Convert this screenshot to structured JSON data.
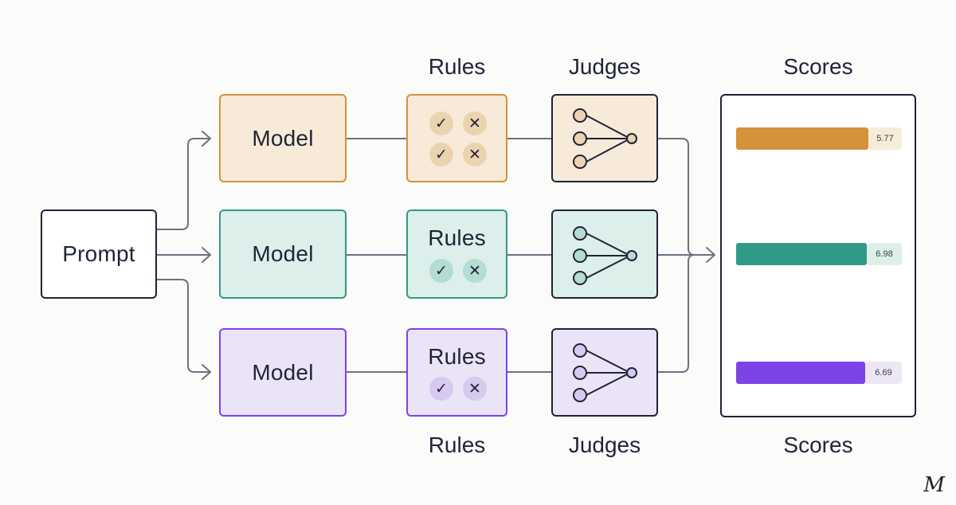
{
  "prompt": {
    "label": "Prompt"
  },
  "headers": {
    "rules_top": "Rules",
    "judges_top": "Judges",
    "scores_top": "Scores",
    "rules_bottom": "Rules",
    "judges_bottom": "Judges",
    "scores_bottom": "Scores"
  },
  "rows": [
    {
      "model": "Model",
      "rules_label": "",
      "check_icon": "✓",
      "cross_icon": "✕",
      "score": "5.77",
      "color": "#d4923a",
      "fill": "#f7ead8",
      "pill": "#f7ecd9"
    },
    {
      "model": "Model",
      "rules_label": "Rules",
      "check_icon": "✓",
      "cross_icon": "✕",
      "score": "6.98",
      "color": "#2f9a88",
      "fill": "#dcefea",
      "pill": "#dcefe9"
    },
    {
      "model": "Model",
      "rules_label": "Rules",
      "check_icon": "✓",
      "cross_icon": "✕",
      "score": "6.69",
      "color": "#7c44e6",
      "fill": "#ebe4f7",
      "pill": "#ece6f7"
    }
  ],
  "signature": "M"
}
